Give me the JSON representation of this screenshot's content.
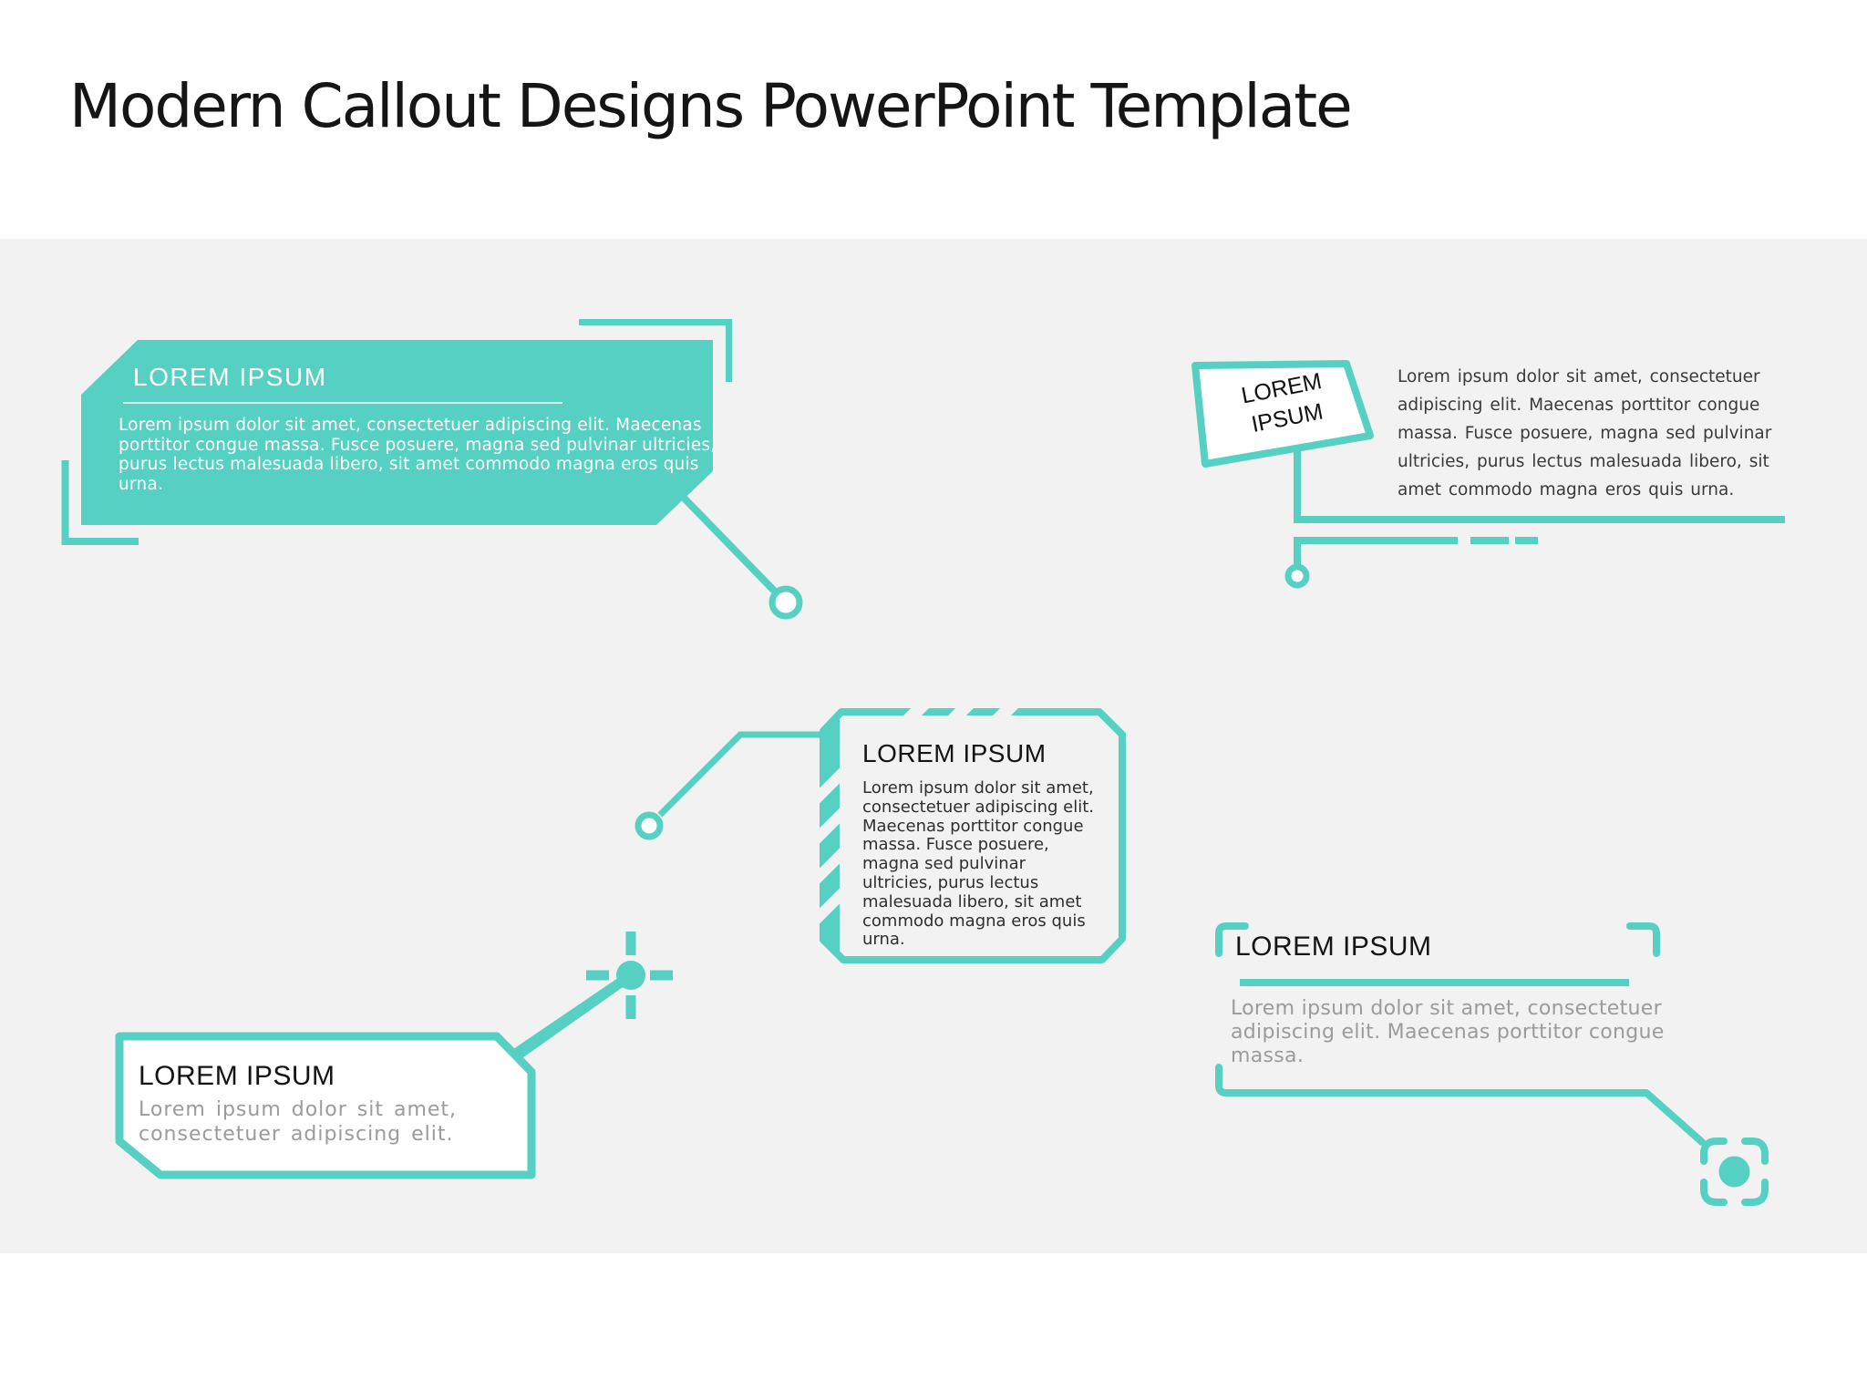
{
  "page": {
    "title": "Modern Callout Designs PowerPoint Template"
  },
  "colors": {
    "accent_teal": "#57D0C4",
    "slide_band_background": "#F2F2F2",
    "dark_text": "#3A3A3A",
    "gray_text": "#9B9B9B",
    "white_text": "#FFFFFF"
  },
  "callout1": {
    "title": "LOREM IPSUM",
    "lines": [
      "Lorem ipsum dolor sit amet, consectetuer adipiscing elit. Maecenas",
      "porttitor congue massa. Fusce posuere, magna sed pulvinar ultricies,",
      "purus lectus malesuada libero, sit amet commodo magna eros quis",
      "urna."
    ]
  },
  "callout2": {
    "label_line1": "LOREM",
    "label_line2": "IPSUM",
    "lines": [
      "Lorem ipsum dolor sit amet, consectetuer",
      "adipiscing elit. Maecenas porttitor congue",
      "massa. Fusce posuere, magna sed pulvinar",
      "ultricies, purus lectus malesuada libero, sit",
      "amet commodo magna eros quis urna."
    ]
  },
  "callout3": {
    "title": "LOREM IPSUM",
    "lines": [
      "Lorem ipsum dolor sit amet,",
      "consectetuer adipiscing elit.",
      "Maecenas porttitor congue",
      "massa. Fusce posuere,",
      "magna sed pulvinar",
      "ultricies, purus lectus",
      "malesuada libero, sit amet",
      "commodo magna eros quis",
      "urna."
    ]
  },
  "callout4": {
    "title": "LOREM IPSUM",
    "lines": [
      "Lorem ipsum dolor sit amet,",
      "consectetuer adipiscing elit."
    ]
  },
  "callout5": {
    "title": "LOREM IPSUM",
    "lines": [
      "Lorem ipsum dolor sit amet, consectetuer",
      "adipiscing elit. Maecenas porttitor congue",
      "massa."
    ]
  }
}
